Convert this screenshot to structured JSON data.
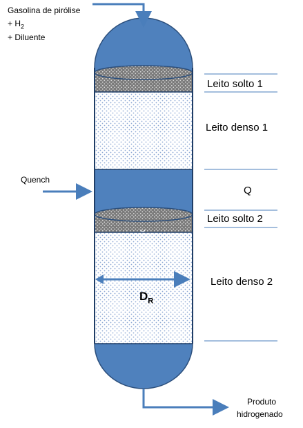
{
  "feed": {
    "line1": "Gasolina de pirólise",
    "line2_prefix": "+ H",
    "line2_sub": "2",
    "line3": "+ Diluente"
  },
  "quench_label": "Quench",
  "zones": {
    "leito_solto_1": "Leito solto 1",
    "leito_denso_1": "Leito denso 1",
    "q": "Q",
    "leito_solto_2": "Leito solto 2",
    "leito_denso_2": "Leito denso 2"
  },
  "diameter": {
    "main": "D",
    "sub": "R"
  },
  "product": {
    "line1": "Produto",
    "line2": "hidrogenado"
  },
  "colors": {
    "vessel_blue": "#4f81bd",
    "vessel_outline": "#2c4f7c",
    "arrow_blue": "#4a7ebb",
    "loose_bed": "#7f7f7f",
    "dense_bed_dots": "#8ea9d4"
  }
}
